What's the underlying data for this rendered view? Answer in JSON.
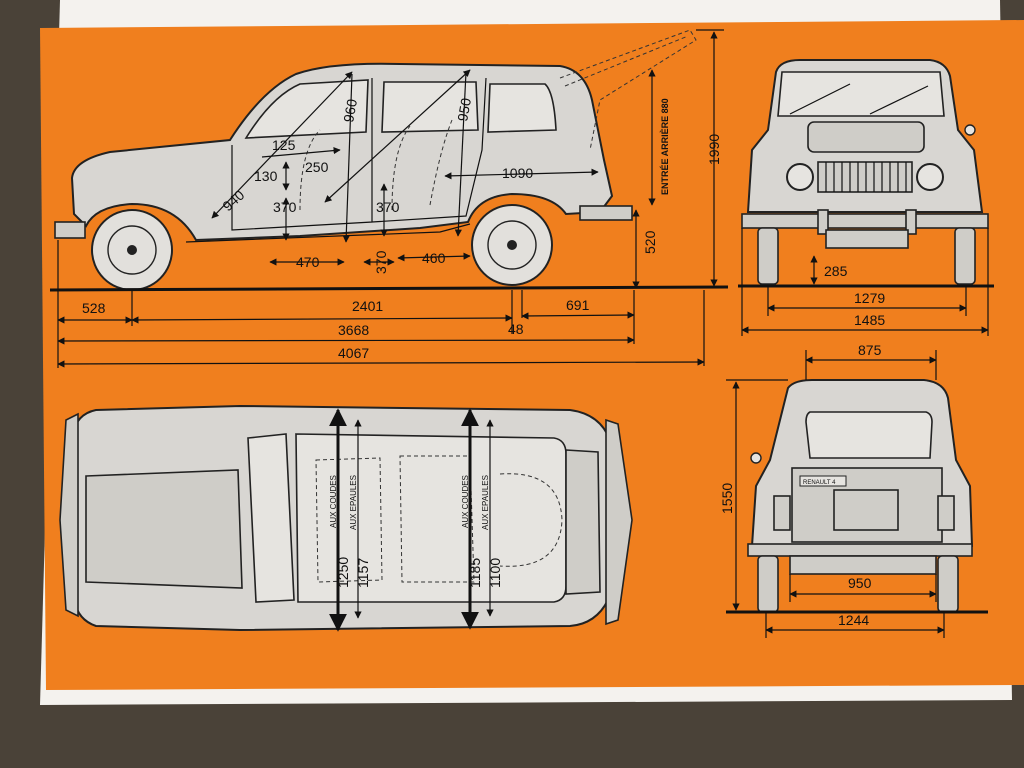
{
  "colors": {
    "page": "#f07f1e",
    "paper": "#f4f2ee",
    "drawing": "#d8d6d2",
    "ink": "#111111"
  },
  "side_view": {
    "labels": {
      "d125": "125",
      "d130": "130",
      "d250": "250",
      "d960": "960",
      "d950": "950",
      "d940": "940",
      "d370a": "370",
      "d370b": "370",
      "d1090": "1090",
      "d470": "470",
      "d370c": "370",
      "d460": "460",
      "d520": "520",
      "d1990": "1990",
      "rear_entry": "ENTRÉE ARRIÈRE 880",
      "d528": "528",
      "d2401": "2401",
      "d691": "691",
      "d48": "48",
      "d3668": "3668",
      "d4067": "4067"
    }
  },
  "front_view": {
    "labels": {
      "d285": "285",
      "d1279": "1279",
      "d1485": "1485"
    }
  },
  "rear_view": {
    "labels": {
      "d875": "875",
      "d1550": "1550",
      "d950": "950",
      "d1244": "1244",
      "badge": "RENAULT 4"
    }
  },
  "top_view": {
    "labels": {
      "coudes1": "AUX COUDES",
      "epaules1": "AUX EPAULES",
      "coudes2": "AUX COUDES",
      "epaules2": "AUX EPAULES",
      "d1250": "1250",
      "d1157": "1157",
      "d1185": "1185",
      "d1100": "1100"
    }
  }
}
